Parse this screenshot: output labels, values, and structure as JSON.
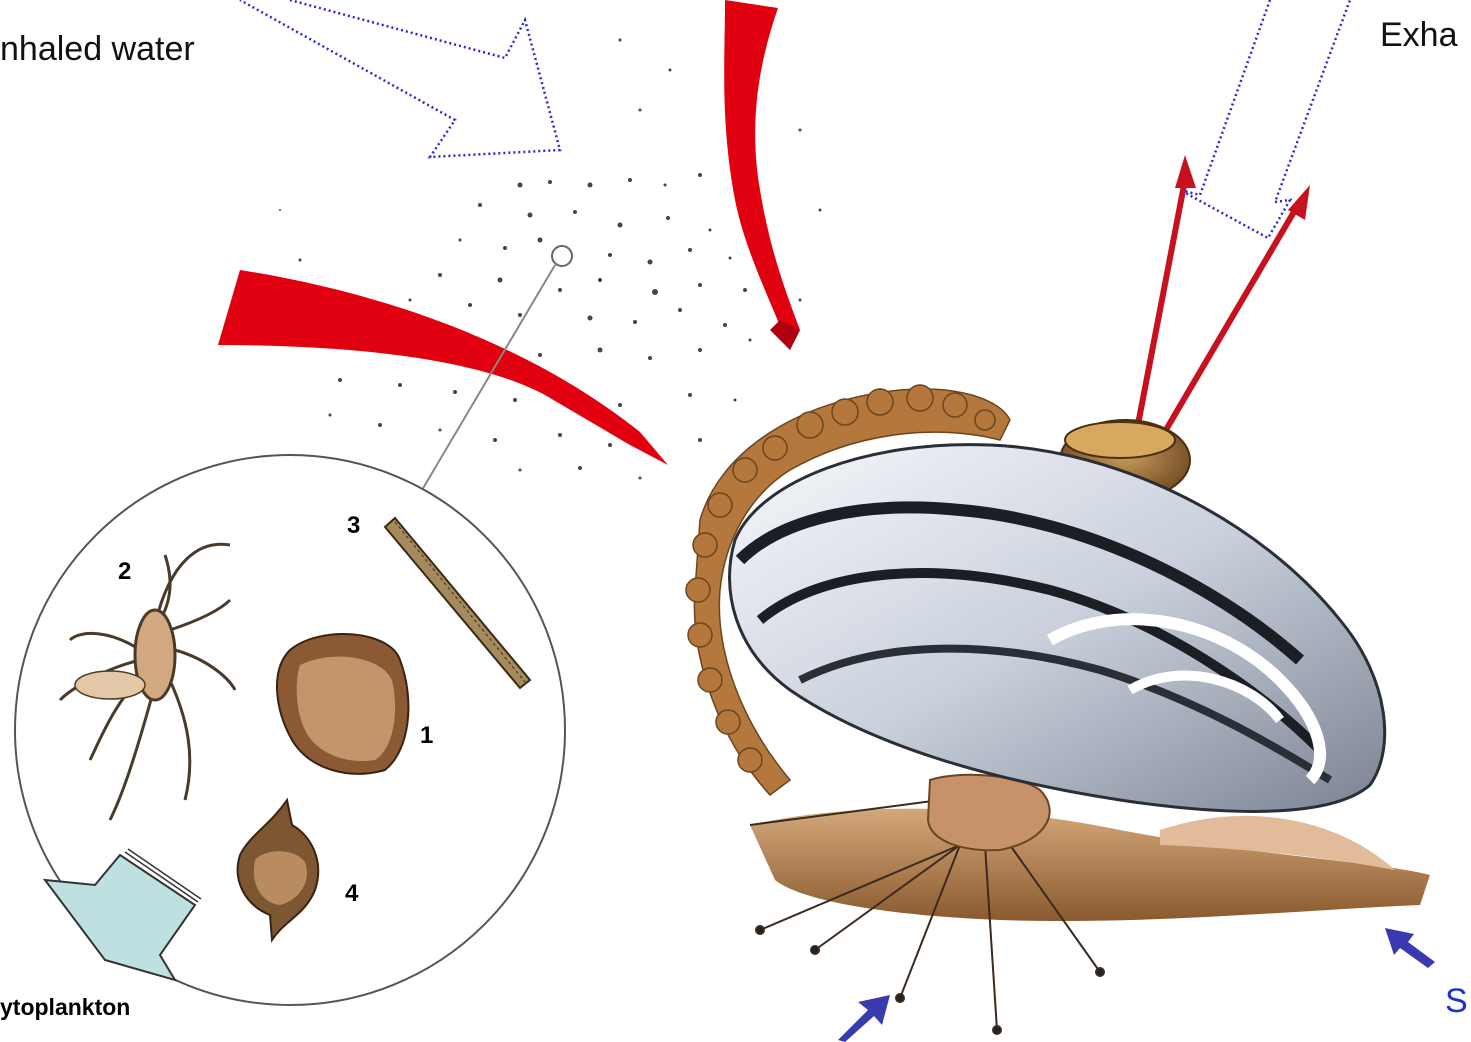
{
  "labels": {
    "inhaled": "nhaled water",
    "exhaled": "Exha",
    "phytoplankton": "ytoplankton",
    "bottom_right": "S"
  },
  "numbers": {
    "n1": "1",
    "n2": "2",
    "n3": "3",
    "n4": "4"
  },
  "colors": {
    "water_flow": "#e0000f",
    "dotted_arrow": "#2a2acc",
    "pointer_arrow": "#3a3ab0",
    "callout_fill": "#bfe0e0",
    "shell_dark": "#1b1e24",
    "shell_light": "#eef1f5",
    "sediment": "#b98a5a"
  }
}
